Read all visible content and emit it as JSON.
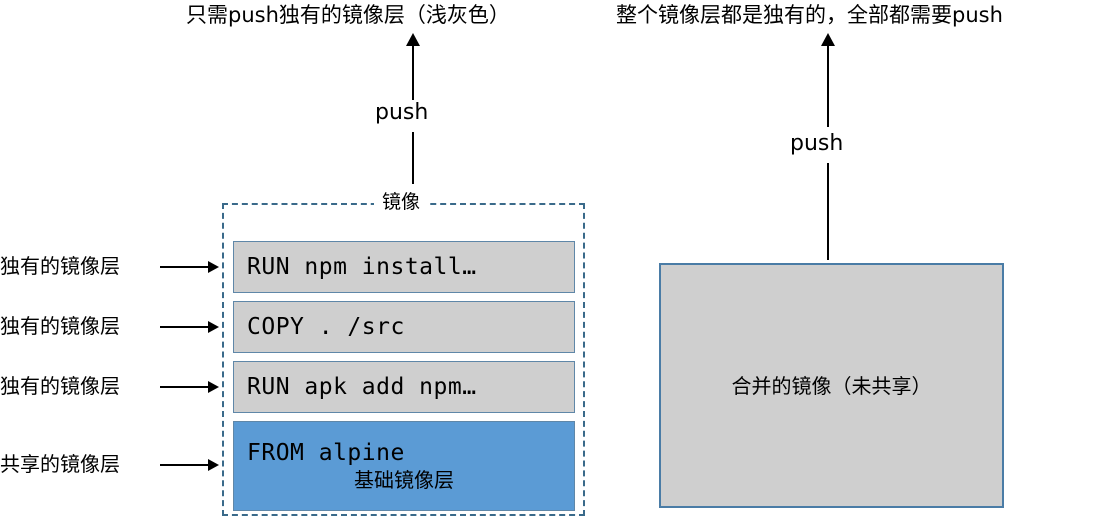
{
  "titles": {
    "left": "只需push独有的镜像层（浅灰色）",
    "right": "整个镜像层都是独有的，全部都需要push"
  },
  "arrows": {
    "left_push_label": "push",
    "right_push_label": "push"
  },
  "image_box": {
    "label": "镜像",
    "layers": [
      {
        "command": "RUN npm install…",
        "sublabel": "",
        "fill": "#cfcfcf",
        "kind": "unique"
      },
      {
        "command": "COPY . /src",
        "sublabel": "",
        "fill": "#cfcfcf",
        "kind": "unique"
      },
      {
        "command": "RUN apk add npm…",
        "sublabel": "",
        "fill": "#cfcfcf",
        "kind": "unique"
      },
      {
        "command": "FROM alpine",
        "sublabel": "基础镜像层",
        "fill": "#5b9bd5",
        "kind": "shared"
      }
    ]
  },
  "side_labels": [
    "独有的镜像层",
    "独有的镜像层",
    "独有的镜像层",
    "共享的镜像层"
  ],
  "merged_box": {
    "label": "合并的镜像（未共享）",
    "fill": "#cfcfcf",
    "border": "#4a7ca6"
  },
  "colors": {
    "unique_layer_fill": "#cfcfcf",
    "shared_layer_fill": "#5b9bd5",
    "layer_border": "#5f87a8",
    "dashed_border": "#3a6a8a",
    "arrow": "#000000",
    "background": "#ffffff"
  }
}
